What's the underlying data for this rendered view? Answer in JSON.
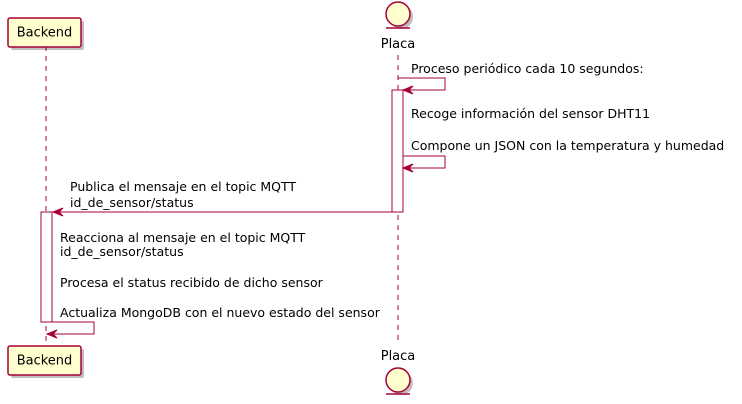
{
  "participants": {
    "backend": {
      "label": "Backend"
    },
    "placa": {
      "label": "Placa",
      "shape": "entity"
    }
  },
  "messages": [
    {
      "from": "placa",
      "to": "placa",
      "text": "Proceso periódico cada 10 segundos:"
    },
    {
      "from": "placa",
      "to": "placa",
      "text": "Recoge información del sensor DHT11"
    },
    {
      "from": "placa",
      "to": "placa",
      "text": "Compone un JSON con la temperatura y humedad"
    },
    {
      "from": "placa",
      "to": "backend",
      "lines": [
        "Publica el mensaje en el topic MQTT",
        "id_de_sensor/status"
      ]
    },
    {
      "from": "backend",
      "to": "backend",
      "lines": [
        "Reacciona al mensaje en el topic MQTT",
        "id_de_sensor/status"
      ]
    },
    {
      "from": "backend",
      "to": "backend",
      "text": "Procesa el status recibido de dicho sensor"
    },
    {
      "from": "backend",
      "to": "backend",
      "text": "Actualiza MongoDB con el nuevo estado del sensor"
    }
  ],
  "colors": {
    "participant_fill": "#FEFECE",
    "border": "#A80036",
    "activation_fill": "#FFFFFF"
  }
}
